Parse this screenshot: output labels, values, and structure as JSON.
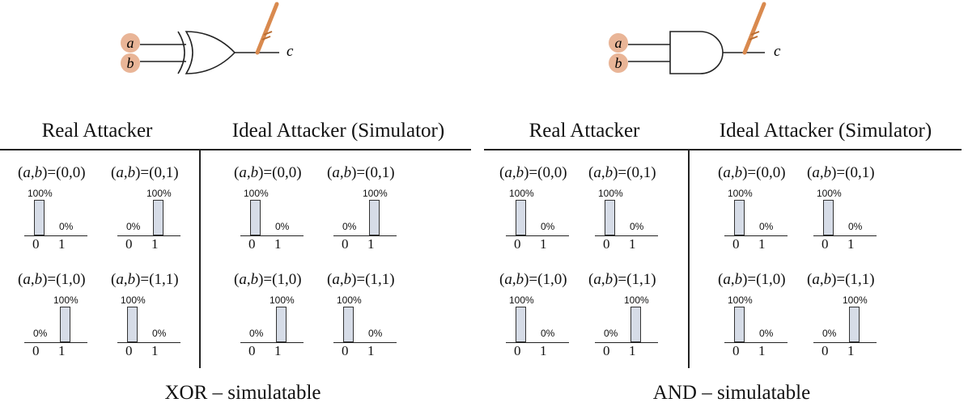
{
  "gates": [
    {
      "id": "xor",
      "type": "XOR",
      "inputs": [
        "a",
        "b"
      ],
      "output": "c",
      "colors": {
        "input_fill": "#e9b597",
        "probe": "#d98a4f"
      }
    },
    {
      "id": "and",
      "type": "AND",
      "inputs": [
        "a",
        "b"
      ],
      "output": "c",
      "colors": {
        "input_fill": "#e9b597",
        "probe": "#d98a4f"
      }
    }
  ],
  "headers": [
    "Real Attacker",
    "Ideal Attacker (Simulator)",
    "Real Attacker",
    "Ideal Attacker (Simulator)"
  ],
  "captions": [
    "XOR – simulatable",
    "AND – simulatable"
  ],
  "tick_labels": [
    "0",
    "1"
  ],
  "input_pairs": [
    "(0,0)",
    "(0,1)",
    "(1,0)",
    "(1,1)"
  ],
  "chart_data": [
    {
      "type": "bar",
      "panel": "XOR Real Attacker",
      "categories": [
        "0",
        "1"
      ],
      "series": [
        {
          "name": "(a,b)=(0,0)",
          "values": [
            100,
            0
          ],
          "labels": [
            "100%",
            "0%"
          ]
        },
        {
          "name": "(a,b)=(0,1)",
          "values": [
            0,
            100
          ],
          "labels": [
            "0%",
            "100%"
          ]
        },
        {
          "name": "(a,b)=(1,0)",
          "values": [
            0,
            100
          ],
          "labels": [
            "0%",
            "100%"
          ]
        },
        {
          "name": "(a,b)=(1,1)",
          "values": [
            100,
            0
          ],
          "labels": [
            "100%",
            "0%"
          ]
        }
      ]
    },
    {
      "type": "bar",
      "panel": "XOR Ideal Attacker (Simulator)",
      "categories": [
        "0",
        "1"
      ],
      "series": [
        {
          "name": "(a,b)=(0,0)",
          "values": [
            100,
            0
          ],
          "labels": [
            "100%",
            "0%"
          ]
        },
        {
          "name": "(a,b)=(0,1)",
          "values": [
            0,
            100
          ],
          "labels": [
            "0%",
            "100%"
          ]
        },
        {
          "name": "(a,b)=(1,0)",
          "values": [
            0,
            100
          ],
          "labels": [
            "0%",
            "100%"
          ]
        },
        {
          "name": "(a,b)=(1,1)",
          "values": [
            100,
            0
          ],
          "labels": [
            "100%",
            "0%"
          ]
        }
      ]
    },
    {
      "type": "bar",
      "panel": "AND Real Attacker",
      "categories": [
        "0",
        "1"
      ],
      "series": [
        {
          "name": "(a,b)=(0,0)",
          "values": [
            100,
            0
          ],
          "labels": [
            "100%",
            "0%"
          ]
        },
        {
          "name": "(a,b)=(0,1)",
          "values": [
            100,
            0
          ],
          "labels": [
            "100%",
            "0%"
          ]
        },
        {
          "name": "(a,b)=(1,0)",
          "values": [
            100,
            0
          ],
          "labels": [
            "100%",
            "0%"
          ]
        },
        {
          "name": "(a,b)=(1,1)",
          "values": [
            0,
            100
          ],
          "labels": [
            "0%",
            "100%"
          ]
        }
      ]
    },
    {
      "type": "bar",
      "panel": "AND Ideal Attacker (Simulator)",
      "categories": [
        "0",
        "1"
      ],
      "series": [
        {
          "name": "(a,b)=(0,0)",
          "values": [
            100,
            0
          ],
          "labels": [
            "100%",
            "0%"
          ]
        },
        {
          "name": "(a,b)=(0,1)",
          "values": [
            100,
            0
          ],
          "labels": [
            "100%",
            "0%"
          ]
        },
        {
          "name": "(a,b)=(1,0)",
          "values": [
            100,
            0
          ],
          "labels": [
            "100%",
            "0%"
          ]
        },
        {
          "name": "(a,b)=(1,1)",
          "values": [
            0,
            100
          ],
          "labels": [
            "0%",
            "100%"
          ]
        }
      ]
    }
  ]
}
